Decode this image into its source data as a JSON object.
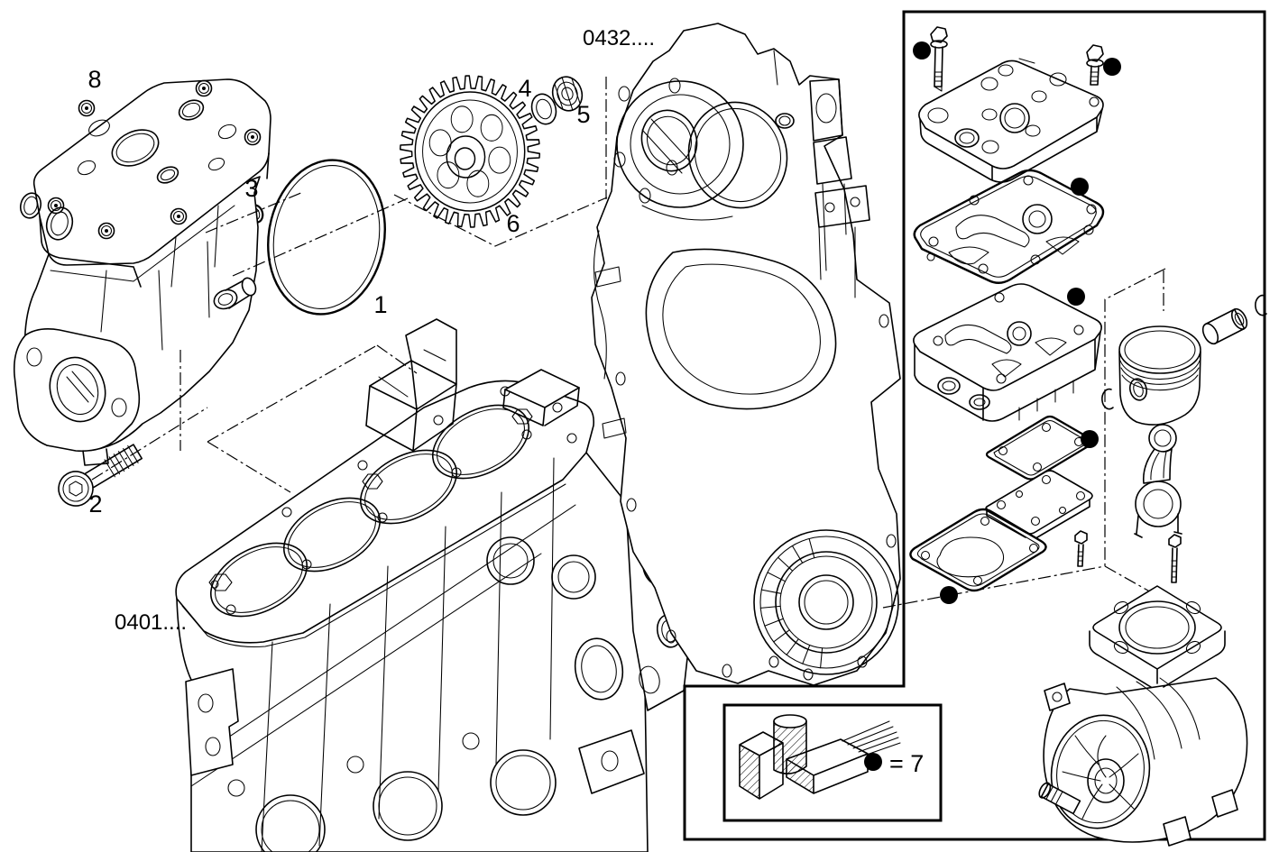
{
  "page": {
    "background": "#ffffff",
    "line_color": "#000000"
  },
  "references": [
    {
      "id": "timing-case-ref",
      "text": "0432...."
    },
    {
      "id": "engine-block-ref",
      "text": "0401...."
    }
  ],
  "callouts": [
    {
      "label": "1",
      "part": "seal-ring"
    },
    {
      "label": "2",
      "part": "mounting-bolt"
    },
    {
      "label": "3",
      "part": "o-ring"
    },
    {
      "label": "4",
      "part": "washer"
    },
    {
      "label": "5",
      "part": "nut"
    },
    {
      "label": "6",
      "part": "drive-gear"
    },
    {
      "label": "8",
      "part": "air-compressor"
    }
  ],
  "legend": {
    "marker": "filled-dot",
    "text": "= 7",
    "meaning": "7"
  },
  "kit_markers": {
    "symbol": "filled-dot",
    "count": 7
  }
}
